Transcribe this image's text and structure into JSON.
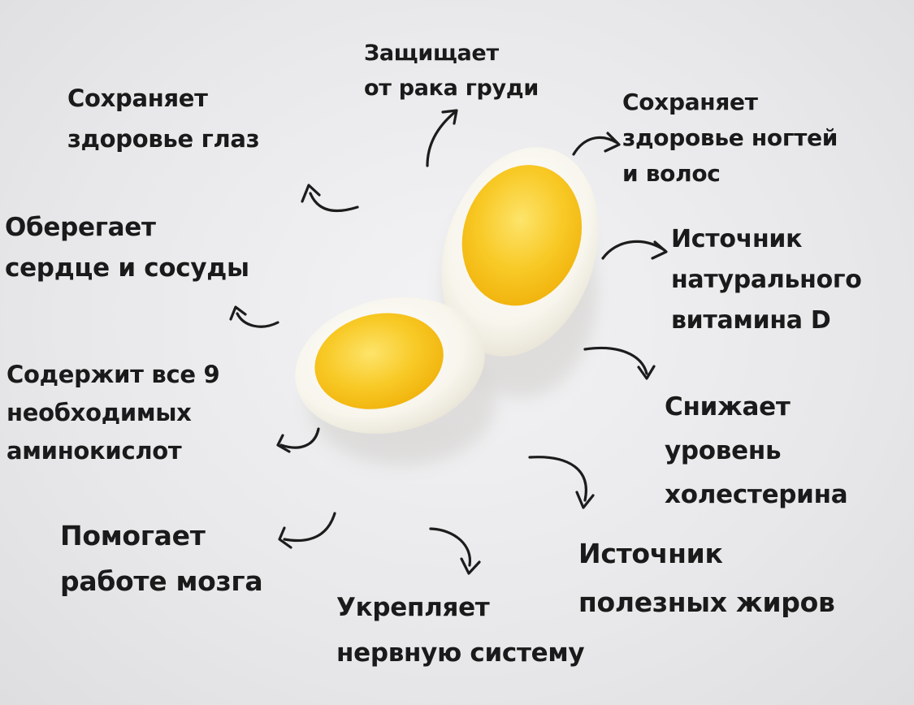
{
  "benefits": [
    {
      "id": "breast-cancer",
      "text": "Защищает\nот рака груди"
    },
    {
      "id": "eyes",
      "text": "Сохраняет\nздоровье глаз"
    },
    {
      "id": "nails-hair",
      "text": "Сохраняет\nздоровье ногтей\nи волос"
    },
    {
      "id": "heart",
      "text": "Оберегает\nсердце и сосуды"
    },
    {
      "id": "vitamin-d",
      "text": "Источник\nнатурального\nвитамина D"
    },
    {
      "id": "amino",
      "text": "Содержит все 9\nнеобходимых\nаминокислот"
    },
    {
      "id": "cholesterol",
      "text": "Снижает\nуровень\nхолестерина"
    },
    {
      "id": "brain",
      "text": "Помогает\nработе мозга"
    },
    {
      "id": "fats",
      "text": "Источник\nполезных жиров"
    },
    {
      "id": "nerves",
      "text": "Укрепляет\nнервную систему"
    }
  ],
  "colors": {
    "background": "#e9e9eb",
    "text": "#1a1a1a",
    "egg_white": "#fbfaf4",
    "yolk": "#f7c21e",
    "yolk_light": "#fbdc52"
  }
}
